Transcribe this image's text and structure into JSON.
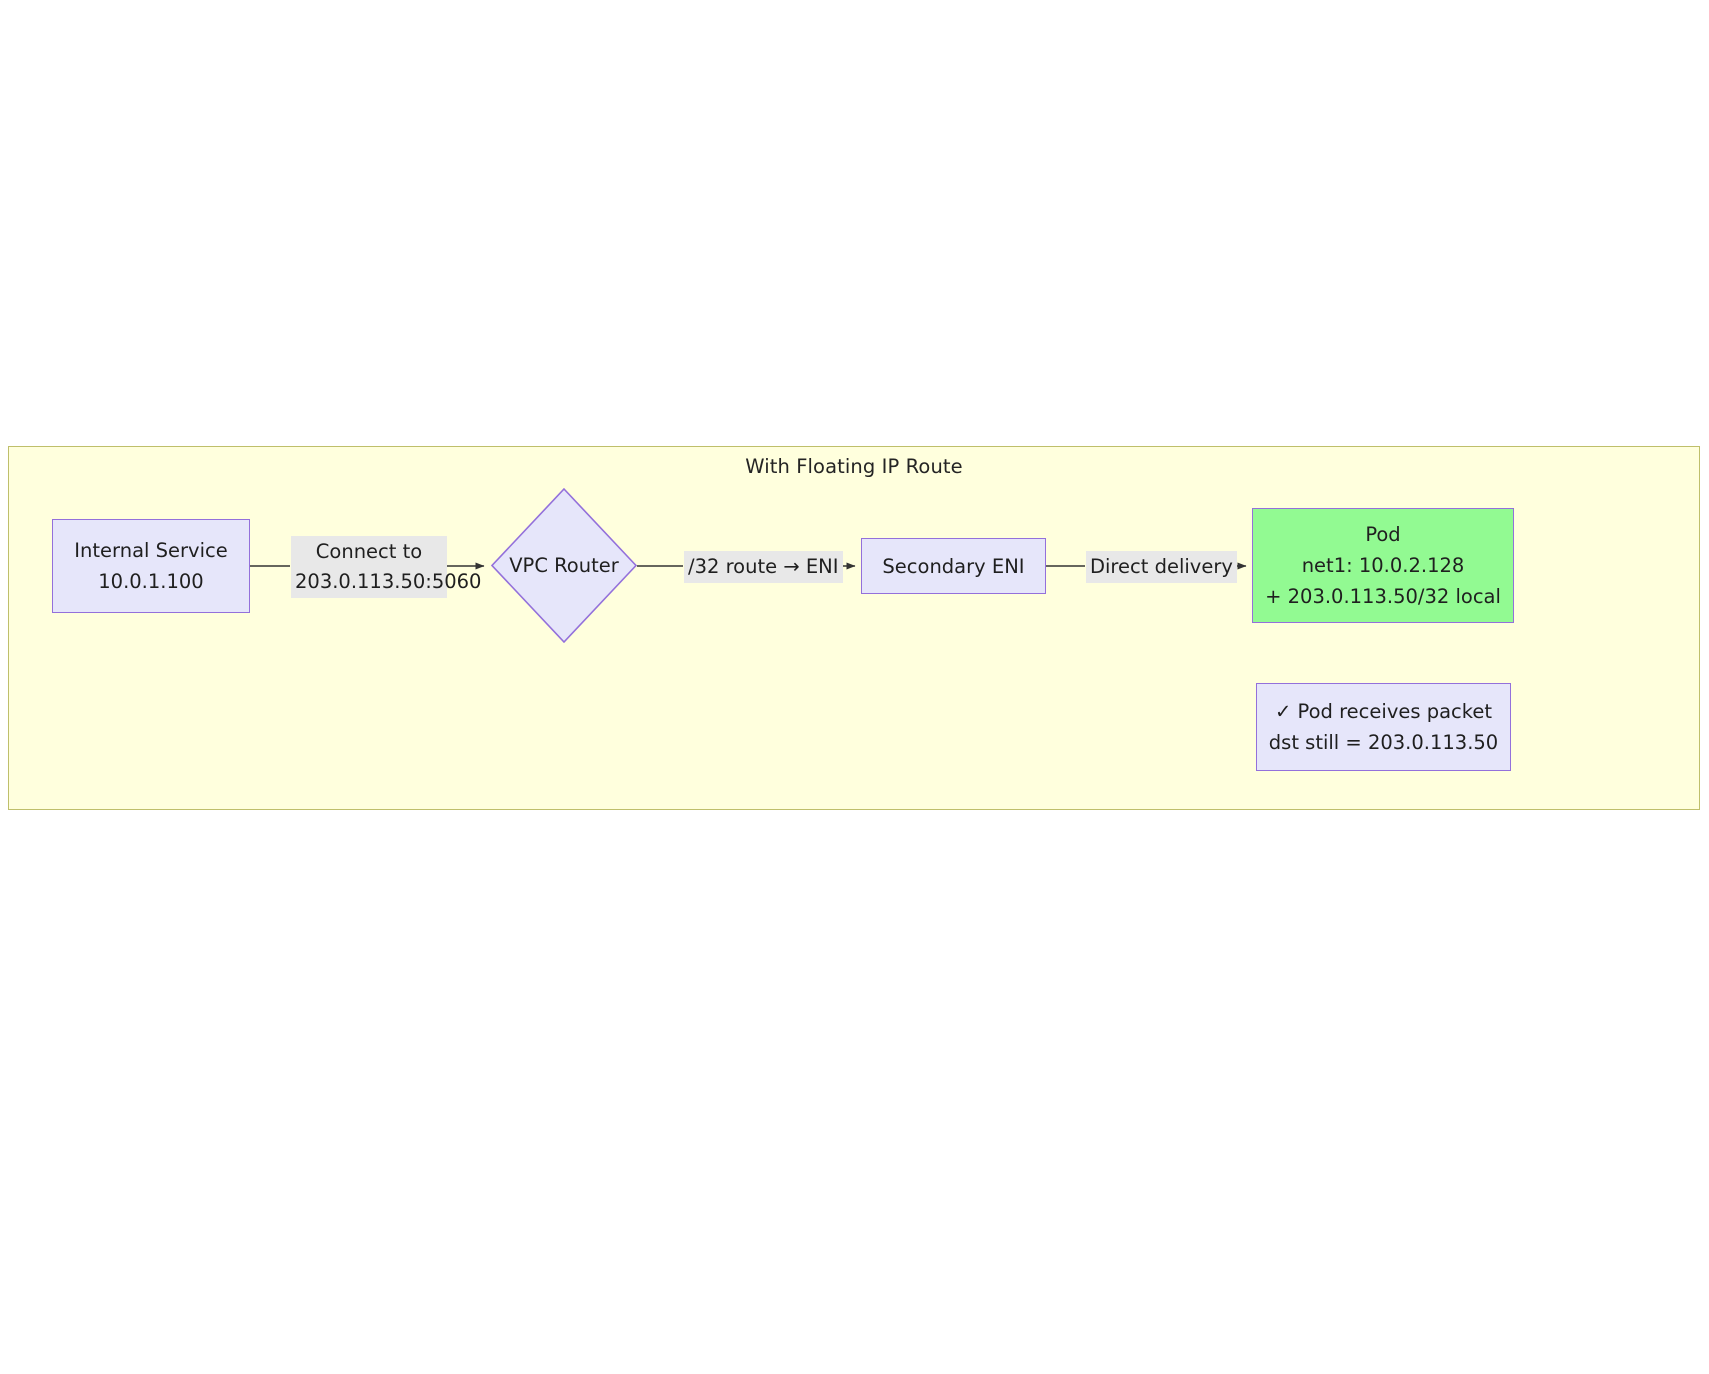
{
  "diagram": {
    "title": "With Floating IP Route",
    "background": "#ffffdd",
    "border_color": "#bfbf6b",
    "nodes": [
      {
        "id": "internal-service",
        "shape": "rect",
        "lines": [
          "Internal Service",
          "10.0.1.100"
        ],
        "fill": "#e6e6fa",
        "stroke": "#9370db"
      },
      {
        "id": "vpc-router",
        "shape": "diamond",
        "lines": [
          "VPC Router"
        ],
        "fill": "#e6e6fa",
        "stroke": "#9370db"
      },
      {
        "id": "secondary-eni",
        "shape": "rect",
        "lines": [
          "Secondary ENI"
        ],
        "fill": "#e6e6fa",
        "stroke": "#9370db"
      },
      {
        "id": "pod",
        "shape": "rect",
        "lines": [
          "Pod",
          "net1: 10.0.2.128",
          "+ 203.0.113.50/32 local"
        ],
        "fill": "#92fa92",
        "stroke": "#9370db"
      },
      {
        "id": "result",
        "shape": "rect",
        "lines": [
          "✓ Pod receives packet",
          "dst still = 203.0.113.50"
        ],
        "fill": "#e6e6fa",
        "stroke": "#9370db"
      }
    ],
    "edges": [
      {
        "id": "connect",
        "from": "internal-service",
        "to": "vpc-router",
        "lines": [
          "Connect to",
          "203.0.113.50:5060"
        ],
        "arrow": true
      },
      {
        "id": "route32",
        "from": "vpc-router",
        "to": "secondary-eni",
        "lines": [
          "/32 route → ENI"
        ],
        "arrow": true
      },
      {
        "id": "direct",
        "from": "secondary-eni",
        "to": "pod",
        "lines": [
          "Direct delivery"
        ],
        "arrow": true
      }
    ],
    "nodes_text": {
      "internal_service_line1": "Internal Service",
      "internal_service_line2": "10.0.1.100",
      "vpc_router_label": "VPC Router",
      "secondary_eni_label": "Secondary ENI",
      "pod_line1": "Pod",
      "pod_line2": "net1: 10.0.2.128",
      "pod_line3": "+ 203.0.113.50/32 local",
      "result_line1": "✓ Pod receives packet",
      "result_line2": "dst still = 203.0.113.50"
    },
    "edge_text": {
      "connect_line1": "Connect to",
      "connect_line2": "203.0.113.50:5060",
      "route32_label": "/32 route → ENI",
      "direct_label": "Direct delivery"
    }
  }
}
